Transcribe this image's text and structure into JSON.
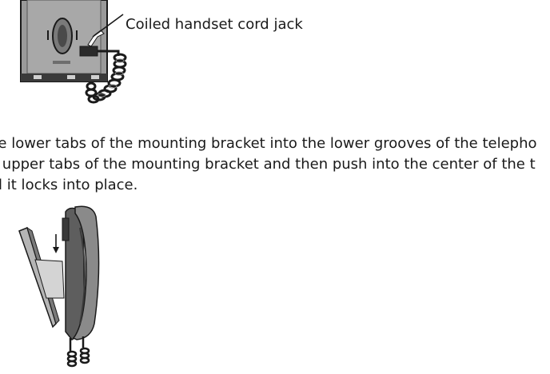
{
  "figure_top": {
    "callout": "Coiled handset cord jack"
  },
  "instructions": {
    "line1": "he lower tabs of the mounting bracket into the lower grooves of the telepho",
    "line2": "e upper tabs of the mounting bracket and then push into the center of the t",
    "line3": "til it locks into place."
  },
  "colors": {
    "ink": "#1a1a1a",
    "body_fill": "#8c8c8c",
    "dark_fill": "#3a3a3a",
    "light_fill": "#cfcfcf"
  }
}
